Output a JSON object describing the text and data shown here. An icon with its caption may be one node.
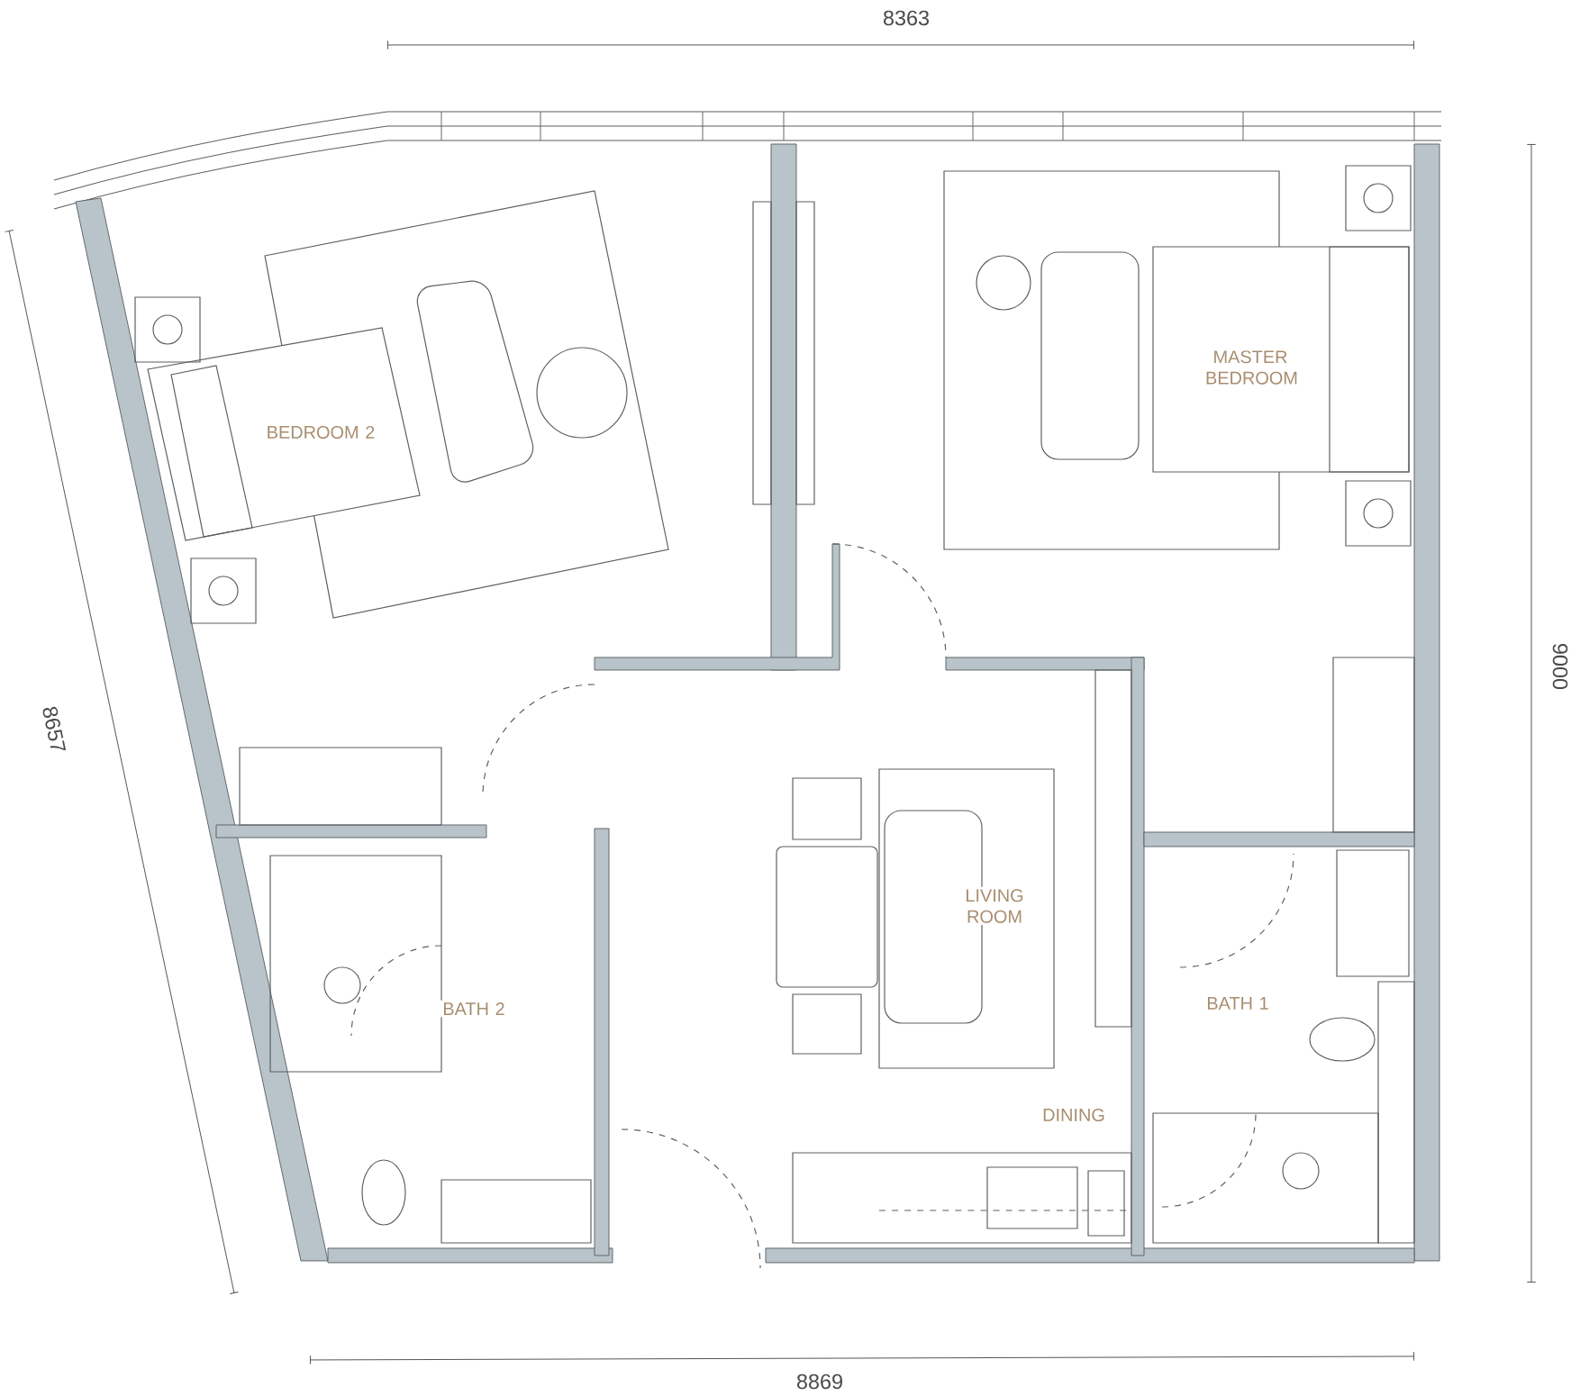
{
  "diagram": {
    "labels": [
      "8363",
      "BEDROOM 2",
      "MASTER BEDROOM",
      "9000",
      "8657",
      "LIVING ROOM",
      "BATH 2",
      "BATH 1",
      "DINING",
      "8869"
    ]
  }
}
